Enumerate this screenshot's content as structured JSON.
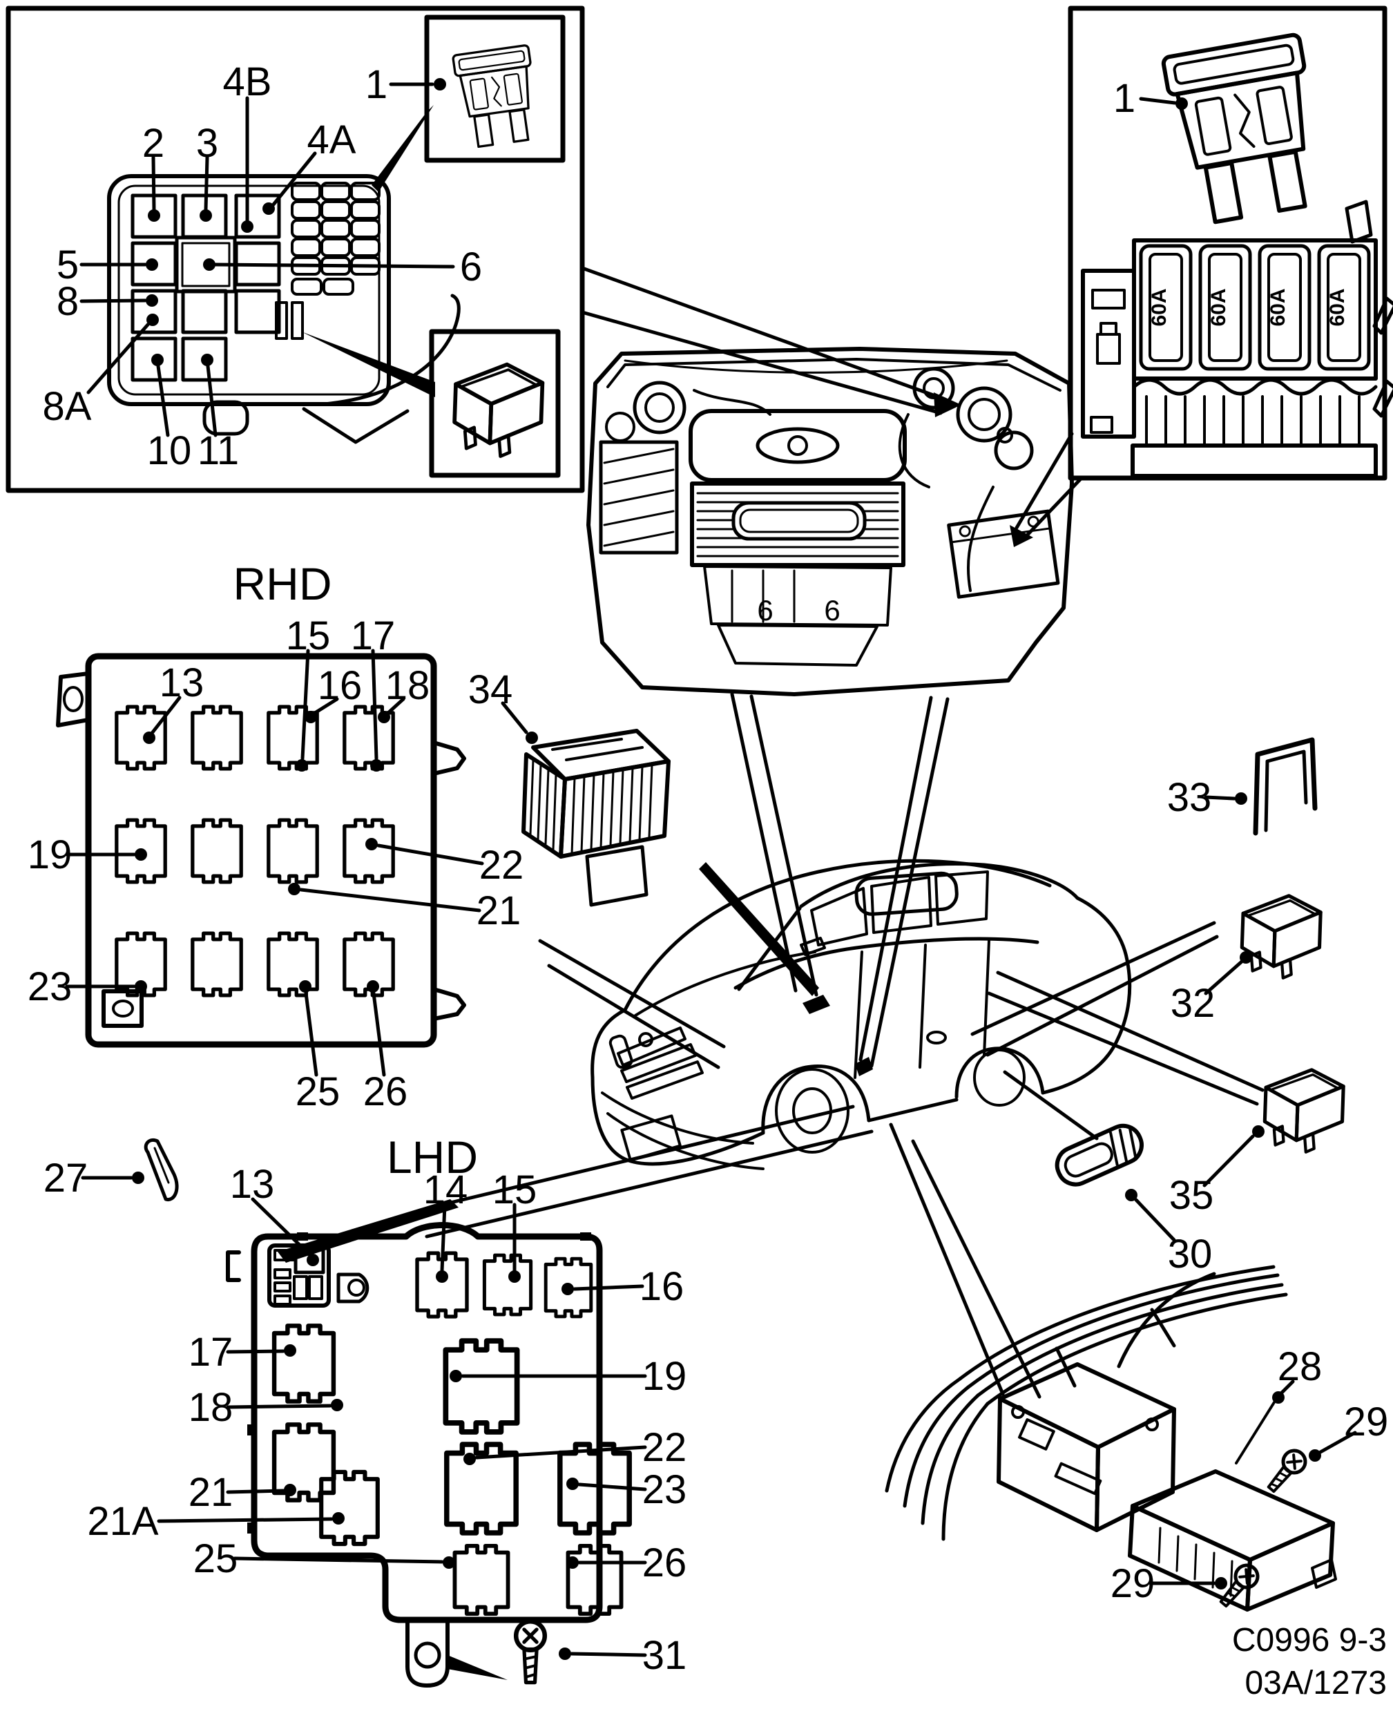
{
  "ink": "#000000",
  "paper": "#ffffff",
  "panel_a": {
    "c1": "1",
    "c2": "2",
    "c3": "3",
    "c4a": "4A",
    "c4b": "4B",
    "c5": "5",
    "c6": "6",
    "c8": "8",
    "c8a": "8A",
    "c10": "10",
    "c11": "11"
  },
  "panel_b": {
    "c1": "1",
    "fuses": [
      "60A",
      "60A",
      "60A",
      "60A"
    ]
  },
  "engine": {
    "m1": "6",
    "m2": "6"
  },
  "rhd": {
    "title": "RHD",
    "c13": "13",
    "c15": "15",
    "c16": "16",
    "c17": "17",
    "c18": "18",
    "c19": "19",
    "c21": "21",
    "c22": "22",
    "c23": "23",
    "c25": "25",
    "c26": "26",
    "c34": "34"
  },
  "lhd": {
    "title": "LHD",
    "c13": "13",
    "c14": "14",
    "c15": "15",
    "c16": "16",
    "c17": "17",
    "c18": "18",
    "c19": "19",
    "c21": "21",
    "c21a": "21A",
    "c22": "22",
    "c23": "23",
    "c25": "25",
    "c26": "26",
    "c27": "27",
    "c31": "31"
  },
  "right": {
    "c28": "28",
    "c29a": "29",
    "c29b": "29",
    "c30": "30",
    "c32": "32",
    "c33": "33",
    "c35": "35"
  },
  "footer": {
    "line1": "C0996 9-3",
    "line2": "03A/1273"
  }
}
